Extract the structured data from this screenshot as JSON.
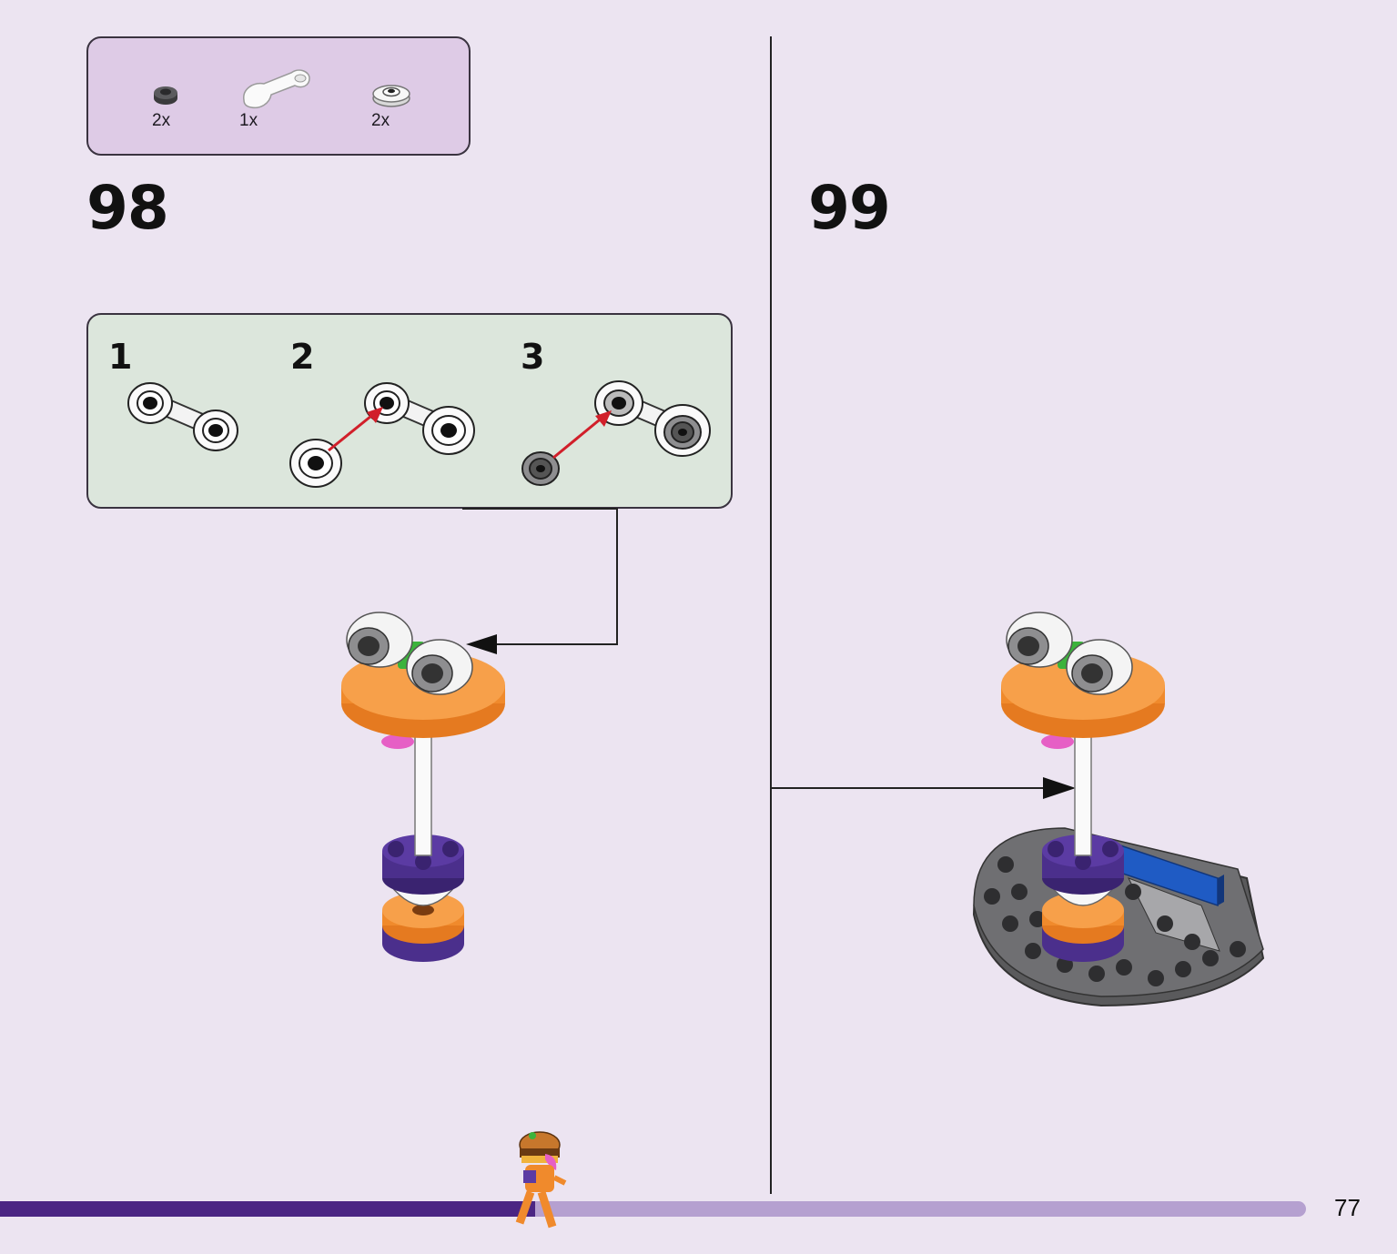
{
  "parts_list": {
    "items": [
      {
        "icon": "round-plate-dark-gray-icon",
        "qty": "2x"
      },
      {
        "icon": "white-bar-holder-clip-icon",
        "qty": "1x"
      },
      {
        "icon": "round-plate-white-icon",
        "qty": "2x"
      }
    ]
  },
  "steps": [
    {
      "number": "98",
      "substeps": [
        "1",
        "2",
        "3"
      ]
    },
    {
      "number": "99"
    }
  ],
  "page_number": "77",
  "progress": {
    "fraction": 0.41,
    "filled_color": "#4b2583",
    "track_color": "#b5a0d0"
  },
  "colors": {
    "background": "#ece4f1",
    "parts_box": "#decbe6",
    "substep_box": "#dce6dc",
    "orange": "#f08a2c",
    "purple": "#4b2f8c",
    "dark_gray": "#5a5a5c",
    "blue": "#1f5bc4",
    "green": "#3cb33c",
    "pink": "#e65fc5",
    "arrow_red": "#d11f2a"
  }
}
